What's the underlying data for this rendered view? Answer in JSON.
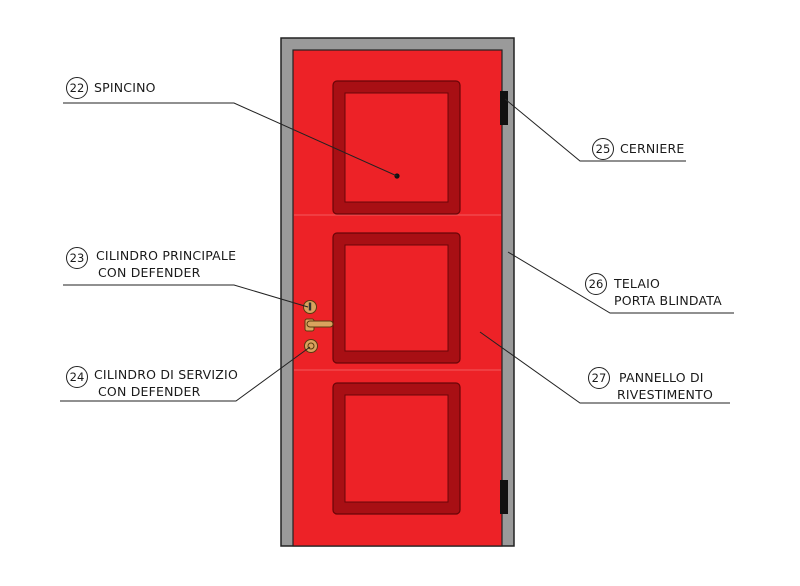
{
  "colors": {
    "frame": "#9a9a9a",
    "door": "#ed2227",
    "panel_dark": "#a80f14",
    "hardware": "#d9a35e",
    "hinge": "#111111"
  },
  "callouts": [
    {
      "id": "spincino",
      "number": "22",
      "lines": [
        "SPINCINO"
      ]
    },
    {
      "id": "cilindro-principale",
      "number": "23",
      "lines": [
        "CILINDRO PRINCIPALE",
        "CON DEFENDER"
      ]
    },
    {
      "id": "cilindro-servizio",
      "number": "24",
      "lines": [
        "CILINDRO DI SERVIZIO",
        "CON DEFENDER"
      ]
    },
    {
      "id": "cerniere",
      "number": "25",
      "lines": [
        "CERNIERE"
      ]
    },
    {
      "id": "telaio",
      "number": "26",
      "lines": [
        "TELAIO",
        "PORTA BLINDATA"
      ]
    },
    {
      "id": "pannello",
      "number": "27",
      "lines": [
        "PANNELLO DI",
        "RIVESTIMENTO"
      ]
    }
  ]
}
